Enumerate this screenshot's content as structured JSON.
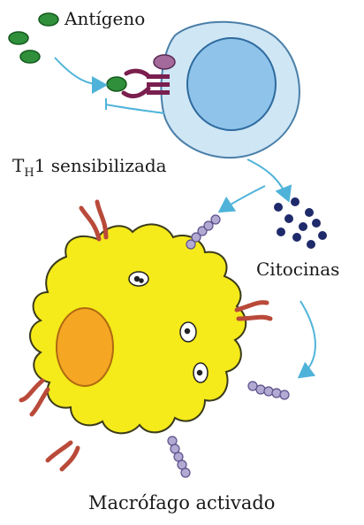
{
  "labels": {
    "antigen": "Antígeno",
    "th_prefix": "T",
    "th_sub": "H",
    "th_rest": "1 sensibilizada",
    "cytokines": "Citocinas",
    "macrophage": "Macrófago activado"
  },
  "colors": {
    "antigen_green": "#2f8f3a",
    "tcell_body": "#cfe6f5",
    "tcell_nucleus": "#8fc3ea",
    "arrow_blue": "#4fb3d9",
    "receptor_purple": "#7a1f4f",
    "cytokine_navy": "#1f2a6b",
    "macrophage_yellow": "#f5ea1a",
    "macrophage_nucleus": "#f5a623",
    "receptor_red": "#b94a3a",
    "receptor_lilac": "#b3aad3"
  }
}
